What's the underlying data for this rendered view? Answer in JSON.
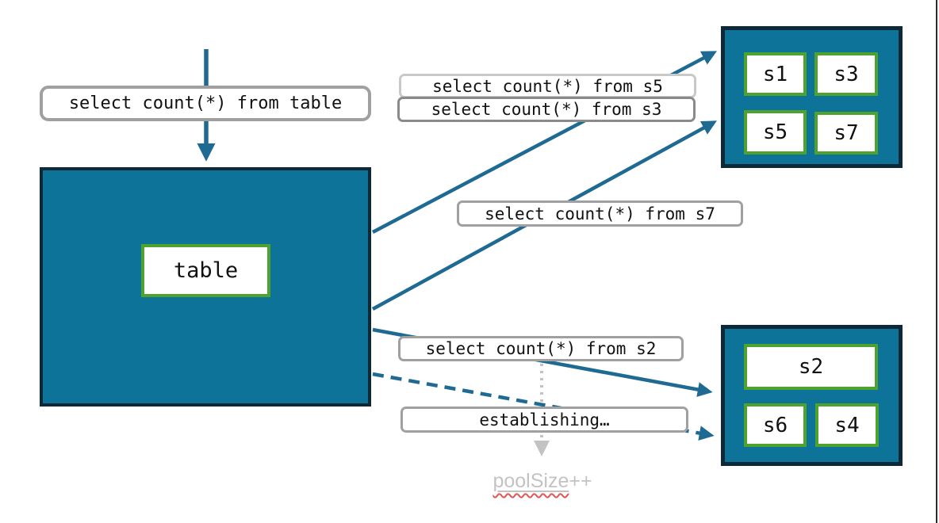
{
  "diagram": {
    "title_hint": "fan-out of select count(*) across shards",
    "queries": {
      "table": "select count(*) from table",
      "s5": "select count(*) from s5",
      "s3": "select count(*) from s3",
      "s7": "select count(*) from s7",
      "s2": "select count(*) from s2",
      "establishing": "establishing…"
    },
    "main_table": {
      "label": "table"
    },
    "shard_groups": {
      "top": {
        "shards": [
          "s1",
          "s3",
          "s5",
          "s7"
        ]
      },
      "bottom": {
        "shards": [
          "s2",
          "s6",
          "s4"
        ]
      }
    },
    "pool_note": {
      "text": "poolSize++",
      "underlined_part": "poolSize",
      "suffix": "++"
    },
    "colors": {
      "teal_fill": "#0e7399",
      "box_border": "#0d2836",
      "green_border": "#4ea32e",
      "arrow_blue": "#1e6a93",
      "label_border": "#a0a0a0",
      "label_border_light": "#c9c9c9",
      "label_border_dark": "#8a8a8a",
      "muted_gray": "#c3c3c3",
      "squiggle_red": "#e25555",
      "slide_edge": "#2b2b2b"
    }
  }
}
